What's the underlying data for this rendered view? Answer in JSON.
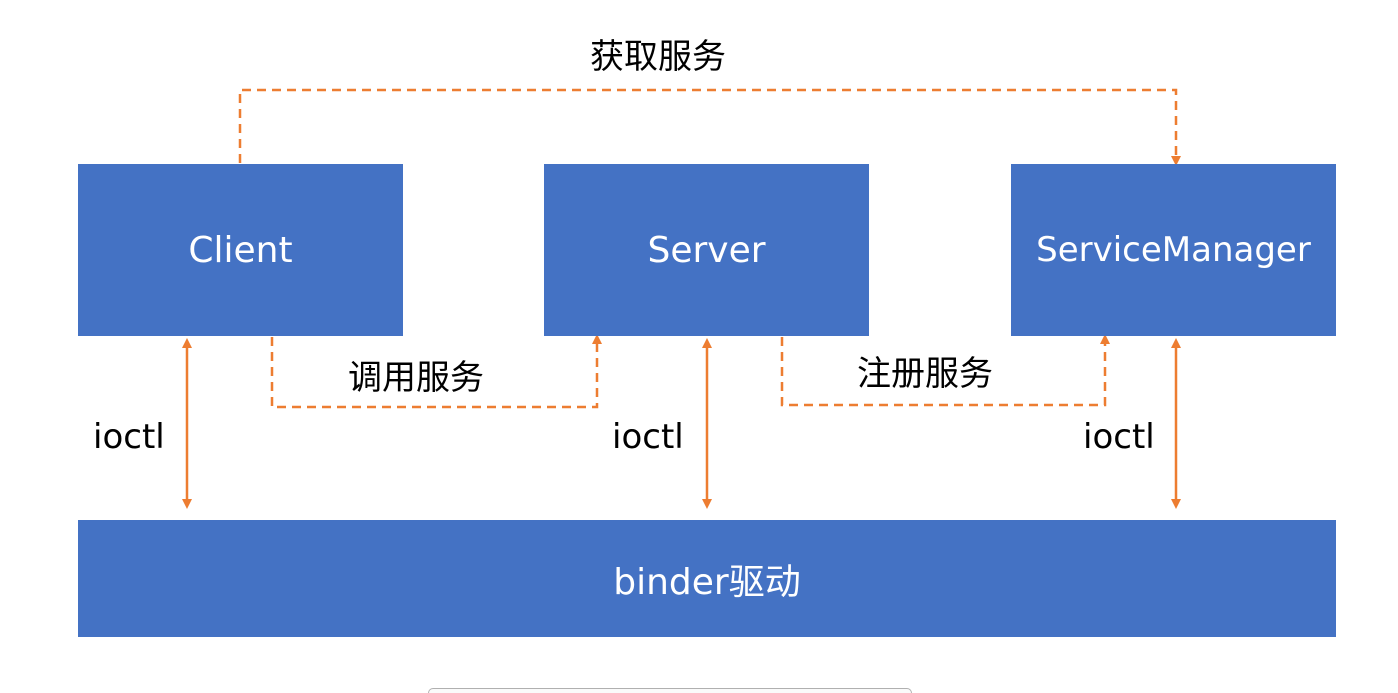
{
  "nodes": {
    "client": "Client",
    "server": "Server",
    "service_manager": "ServiceManager",
    "binder": "binder驱动"
  },
  "edge_labels": {
    "get_service": "获取服务",
    "call_service": "调用服务",
    "register_service": "注册服务",
    "ioctl_client": "ioctl",
    "ioctl_server": "ioctl",
    "ioctl_service_manager": "ioctl"
  },
  "colors": {
    "box_fill": "#4472c4",
    "box_text": "#ffffff",
    "arrow": "#ed7d31",
    "label_text": "#000000"
  }
}
